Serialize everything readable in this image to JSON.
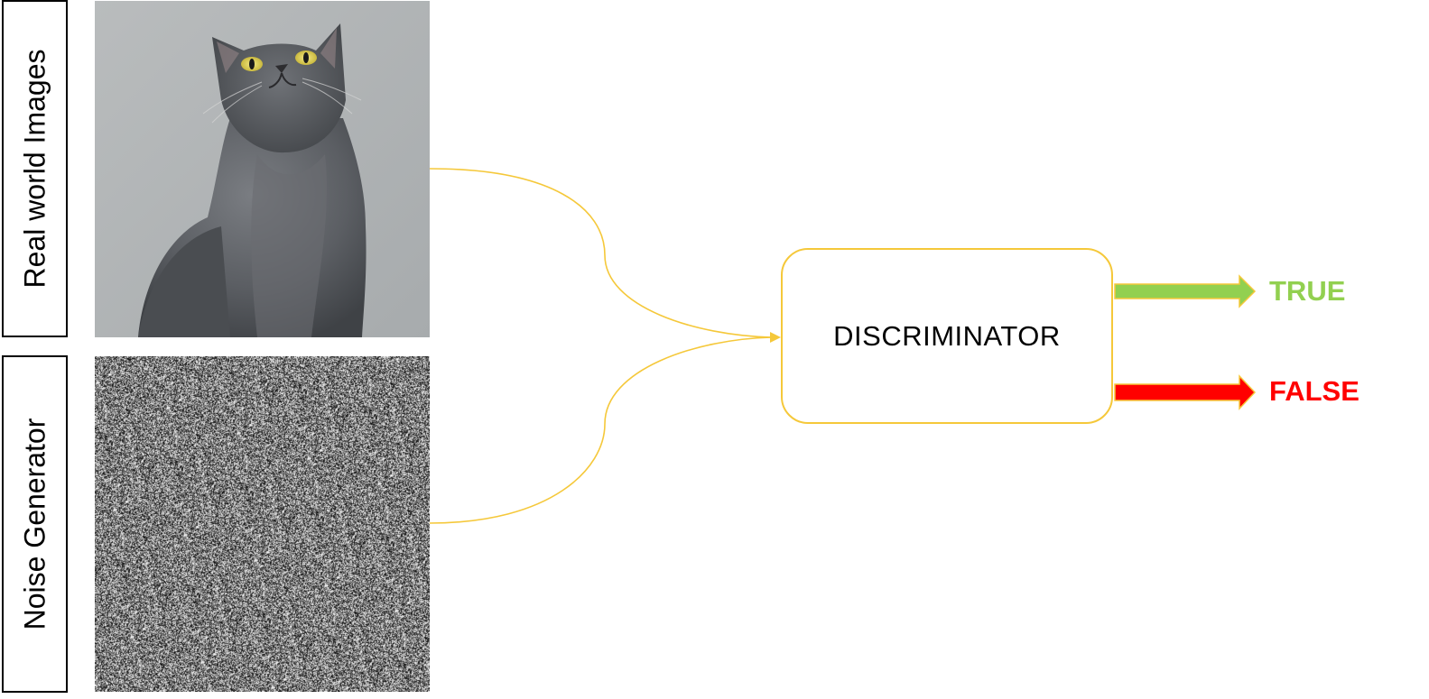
{
  "labels": {
    "real": "Real world Images",
    "noise": "Noise Generator"
  },
  "discriminator": {
    "label": "DISCRIMINATOR"
  },
  "outputs": {
    "true_label": "TRUE",
    "false_label": "FALSE"
  },
  "colors": {
    "connector": "#f5c83a",
    "true": "#92d050",
    "false": "#ff0000",
    "arrow_outline": "#f5c83a"
  },
  "images": {
    "real_image": "gray-cat-photo",
    "noise_image": "random-noise"
  }
}
